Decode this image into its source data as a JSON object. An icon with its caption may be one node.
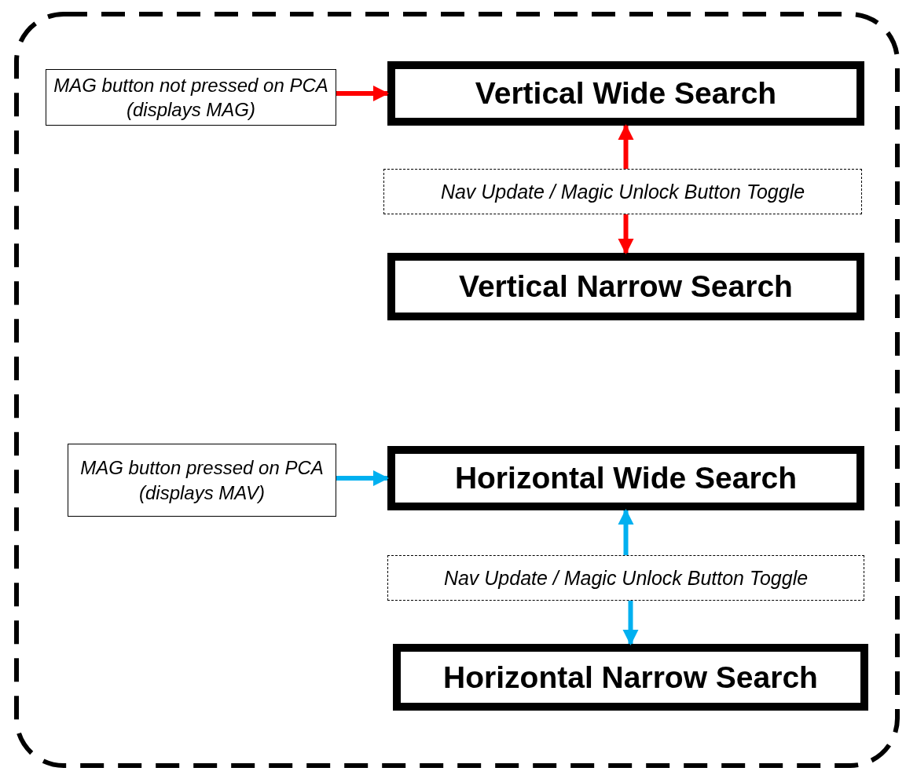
{
  "diagram": {
    "nodes": [
      {
        "text": [],
        "shape": "box"
      },
      {
        "text": [
          "MAG button not pressed on PCA (displays MAG)"
        ],
        "in": 0
      },
      {
        "text": [
          "Vertical Wide Search"
        ],
        "in": 0
      },
      {
        "text": [
          "Nav Update / Magic Unlock Button Toggle"
        ],
        "in": 0
      },
      {
        "text": [
          "Vertical Narrow Search"
        ],
        "in": 0
      },
      {
        "text": [
          "MAG button pressed on PCA (displays MAV)"
        ],
        "in": 0
      },
      {
        "text": [
          "Horizontal Wide Search"
        ],
        "in": 0
      },
      {
        "text": [
          "Nav Update / Magic Unlock Button Toggle"
        ],
        "in": 0
      },
      {
        "text": [
          "Horizontal Narrow Search"
        ],
        "in": 0
      }
    ],
    "edges": [
      {
        "from": 1,
        "to": 2,
        "arrow": "to",
        "color": "#ff0000"
      },
      {
        "from": 3,
        "to": 2,
        "arrow": "to",
        "color": "#ff0000"
      },
      {
        "from": 3,
        "to": 4,
        "arrow": "to",
        "color": "#ff0000"
      },
      {
        "from": 5,
        "to": 6,
        "arrow": "to",
        "color": "#00b0f0"
      },
      {
        "from": 7,
        "to": 6,
        "arrow": "to",
        "color": "#00b0f0"
      },
      {
        "from": 7,
        "to": 8,
        "arrow": "to",
        "color": "#00b0f0"
      }
    ]
  }
}
